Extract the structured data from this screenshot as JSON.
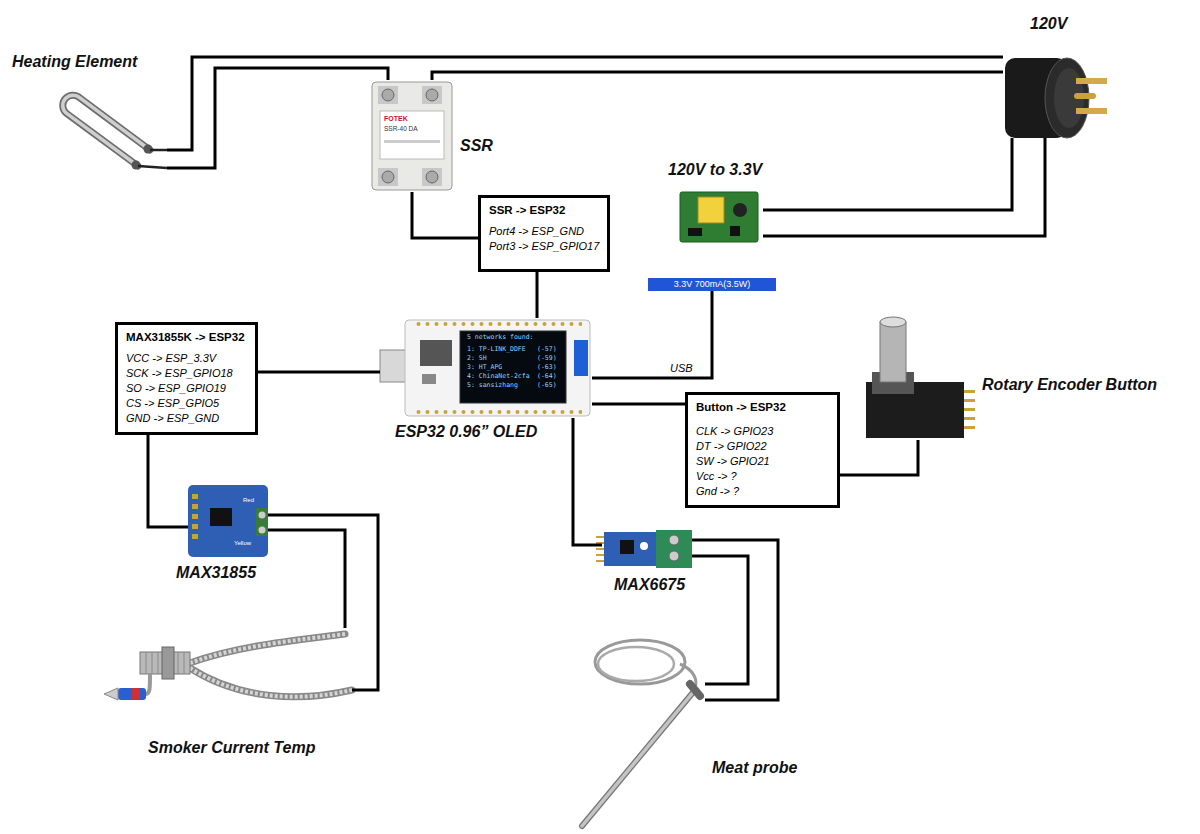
{
  "diagram": {
    "nodes": [
      {
        "text": [
          "Heating Element"
        ]
      },
      {
        "text": [
          "SSR"
        ]
      },
      {
        "text": [
          "120V"
        ]
      },
      {
        "text": [
          "SSR -> ESP32",
          "Port4 -> ESP_GND",
          "Port3 -> ESP_GPIO17"
        ]
      },
      {
        "text": [
          "120V to 3.3V"
        ]
      },
      {
        "text": [
          "3.3V 700mA(3.5W)"
        ]
      },
      {
        "text": [
          "MAX31855K -> ESP32",
          "VCC -> ESP_3.3V",
          "SCK -> ESP_GPIO18",
          "SO -> ESP_GPIO19",
          "CS -> ESP_GPIO5",
          "GND -> ESP_GND"
        ]
      },
      {
        "text": [
          "ESP32 0.96” OLED"
        ]
      },
      {
        "text": [
          "Rotary Encoder Button"
        ]
      },
      {
        "text": [
          "Button -> ESP32",
          "CLK -> GPIO23",
          "DT -> GPIO22",
          "SW -> GPIO21",
          "Vcc -> ?",
          "Gnd -> ?"
        ]
      },
      {
        "text": [
          "MAX31855"
        ]
      },
      {
        "text": [
          "MAX6675"
        ]
      },
      {
        "text": [
          "Smoker Current Temp"
        ]
      },
      {
        "text": [
          "Meat probe"
        ]
      }
    ],
    "edges": [
      {
        "from": 0,
        "to": 2,
        "arrow": "none"
      },
      {
        "from": 0,
        "to": 1,
        "arrow": "none"
      },
      {
        "from": 1,
        "to": 2,
        "arrow": "none"
      },
      {
        "from": 2,
        "to": 4,
        "arrow": "none"
      },
      {
        "from": 2,
        "to": 4,
        "arrow": "none"
      },
      {
        "from": 1,
        "to": 3,
        "arrow": "none"
      },
      {
        "from": 3,
        "to": 7,
        "arrow": "none"
      },
      {
        "from": 5,
        "to": 7,
        "label": "USB",
        "arrow": "none"
      },
      {
        "from": 6,
        "to": 7,
        "arrow": "none"
      },
      {
        "from": 6,
        "to": 10,
        "arrow": "none"
      },
      {
        "from": 7,
        "to": 9,
        "arrow": "none"
      },
      {
        "from": 9,
        "to": 8,
        "arrow": "none"
      },
      {
        "from": 7,
        "to": 11,
        "arrow": "none"
      },
      {
        "from": 10,
        "to": 12,
        "arrow": "none"
      },
      {
        "from": 10,
        "to": 12,
        "arrow": "none"
      },
      {
        "from": 11,
        "to": 13,
        "arrow": "none"
      },
      {
        "from": 11,
        "to": 13,
        "arrow": "none"
      }
    ],
    "labels": [
      "5 networks found:",
      "1: TP-LINK_DDFE",
      "(-57)",
      "2: SH",
      "(-59)",
      "3: HT_APG",
      "(-63)",
      "4: ChinaNet-2cfa",
      "(-64)",
      "5: sansizhang",
      "(-65)",
      "FOTEK",
      "SSR-40 DA",
      "Red",
      "Yellow"
    ]
  }
}
